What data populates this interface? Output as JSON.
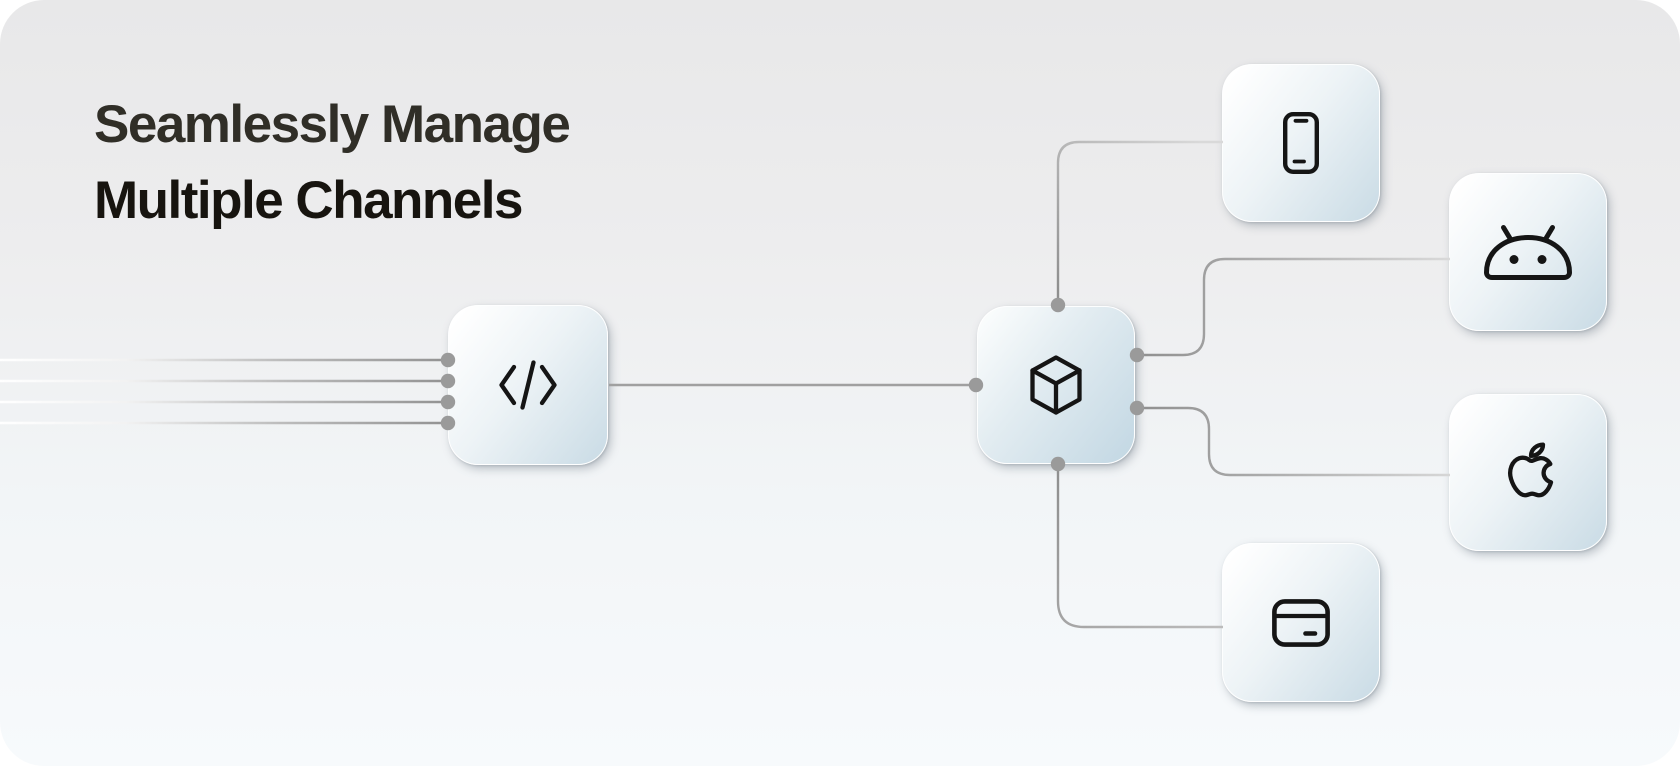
{
  "title": {
    "line1": "Seamlessly Manage",
    "line2": "Multiple Channels"
  },
  "colors": {
    "card_background_top": "#e8e8e9",
    "card_background_bottom": "#f7fafc",
    "title_line1": "#302e27",
    "title_line2": "#17140f",
    "node_gradient_start": "#ffffff",
    "node_gradient_end": "#c9dbe5",
    "hub_gradient_end": "#c2d7e3",
    "connector_gray": "#929292",
    "connector_fade_light": "#d9d9d9",
    "connector_fade_white": "#ffffff",
    "connection_dot": "#9a9a9a",
    "icon_stroke": "#151515"
  },
  "diagram": {
    "nodes": [
      {
        "id": "code",
        "icon": "code-icon",
        "role": "input-source"
      },
      {
        "id": "hub",
        "icon": "package-cube-icon",
        "role": "central-hub"
      },
      {
        "id": "phone",
        "icon": "smartphone-icon",
        "role": "channel"
      },
      {
        "id": "android",
        "icon": "android-icon",
        "role": "channel"
      },
      {
        "id": "apple",
        "icon": "apple-icon",
        "role": "channel"
      },
      {
        "id": "card",
        "icon": "credit-card-icon",
        "role": "channel"
      }
    ],
    "connections": [
      {
        "from": "left-edge",
        "to": "code",
        "lines": 4
      },
      {
        "from": "code",
        "to": "hub",
        "lines": 1
      },
      {
        "from": "hub",
        "to": "phone",
        "lines": 1
      },
      {
        "from": "hub",
        "to": "android",
        "lines": 1
      },
      {
        "from": "hub",
        "to": "apple",
        "lines": 1
      },
      {
        "from": "hub",
        "to": "card",
        "lines": 1
      }
    ]
  }
}
